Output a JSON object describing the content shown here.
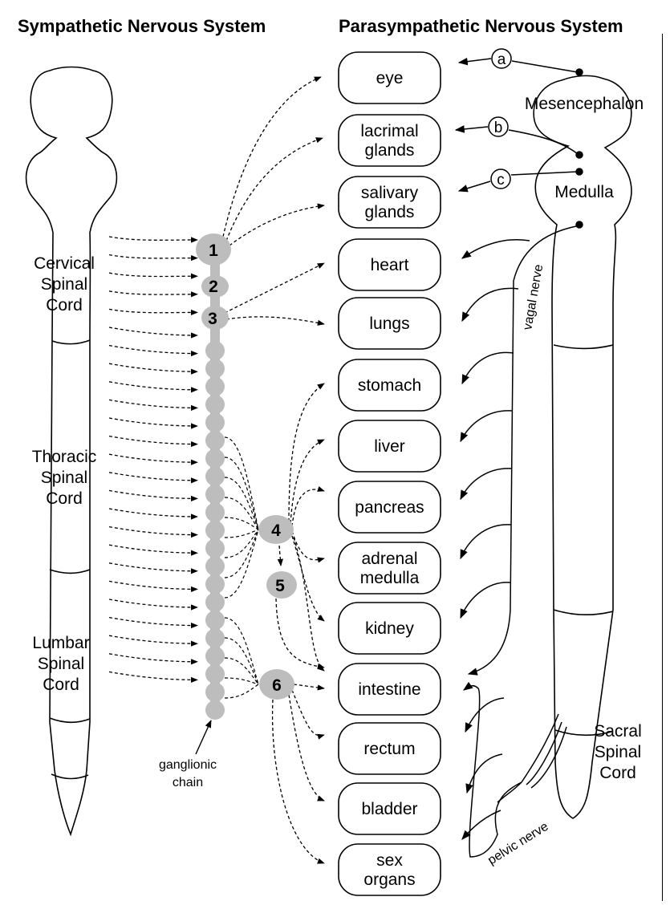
{
  "headers": {
    "sympathetic": "Sympathetic Nervous System",
    "parasympathetic": "Parasympathetic Nervous System"
  },
  "spinal_labels": {
    "cervical": [
      "Cervical",
      "Spinal",
      "Cord"
    ],
    "thoracic": [
      "Thoracic",
      "Spinal",
      "Cord"
    ],
    "lumbar": [
      "Lumbar",
      "Spinal",
      "Cord"
    ],
    "sacral": [
      "Sacral",
      "Spinal",
      "Cord"
    ]
  },
  "brain_labels": {
    "mesencephalon": "Mesencephalon",
    "medulla": "Medulla"
  },
  "cranial_markers": [
    "a",
    "b",
    "c"
  ],
  "nerve_labels": {
    "vagal": "vagal nerve",
    "pelvic": "pelvic nerve"
  },
  "ganglion_labels": [
    "1",
    "2",
    "3",
    "4",
    "5",
    "6"
  ],
  "ganglionic_chain_label": [
    "ganglionic",
    "chain"
  ],
  "organs": [
    [
      "eye"
    ],
    [
      "lacrimal",
      "glands"
    ],
    [
      "salivary",
      "glands"
    ],
    [
      "heart"
    ],
    [
      "lungs"
    ],
    [
      "stomach"
    ],
    [
      "liver"
    ],
    [
      "pancreas"
    ],
    [
      "adrenal",
      "medulla"
    ],
    [
      "kidney"
    ],
    [
      "intestine"
    ],
    [
      "rectum"
    ],
    [
      "bladder"
    ],
    [
      "sex",
      "organs"
    ]
  ],
  "colors": {
    "ganglion_fill": "#bdbdbd",
    "line": "#000000",
    "background": "#ffffff"
  }
}
